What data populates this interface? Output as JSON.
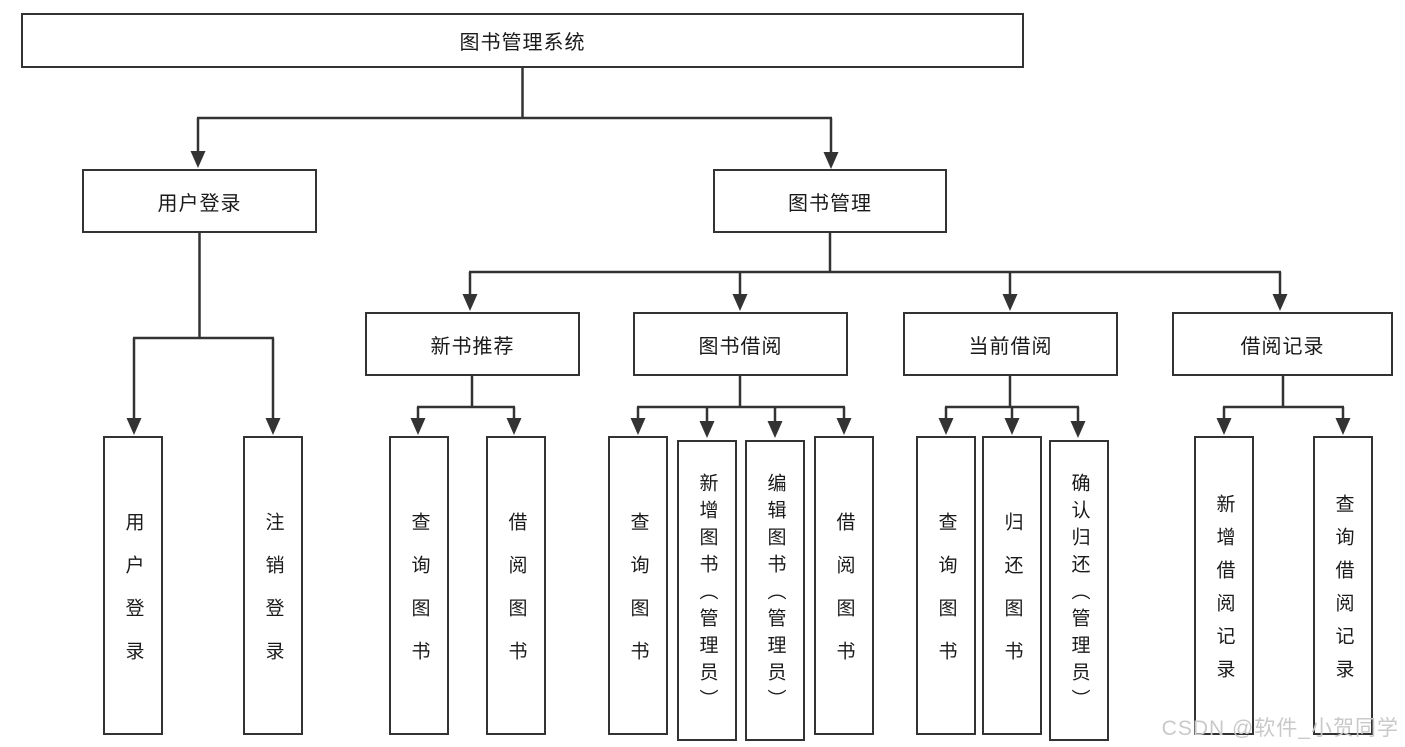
{
  "tree": {
    "root": {
      "label": "图书管理系统"
    },
    "branches": [
      {
        "label": "用户登录",
        "children": [
          {
            "label": "用户登录"
          },
          {
            "label": "注销登录"
          }
        ]
      },
      {
        "label": "图书管理",
        "children": [
          {
            "label": "新书推荐",
            "children": [
              {
                "label": "查询图书"
              },
              {
                "label": "借阅图书"
              }
            ]
          },
          {
            "label": "图书借阅",
            "children": [
              {
                "label": "查询图书"
              },
              {
                "label": "新增图书（管理员）"
              },
              {
                "label": "编辑图书（管理员）"
              },
              {
                "label": "借阅图书"
              }
            ]
          },
          {
            "label": "当前借阅",
            "children": [
              {
                "label": "查询图书"
              },
              {
                "label": "归还图书"
              },
              {
                "label": "确认归还（管理员）"
              }
            ]
          },
          {
            "label": "借阅记录",
            "children": [
              {
                "label": "新增借阅记录"
              },
              {
                "label": "查询借阅记录"
              }
            ]
          }
        ]
      }
    ]
  },
  "watermark": "CSDN @软件_小贺同学",
  "colors": {
    "line": "#333333",
    "border": "#333333",
    "text": "#1a1a1a",
    "background": "#ffffff",
    "watermark": "#c9c9c9"
  }
}
